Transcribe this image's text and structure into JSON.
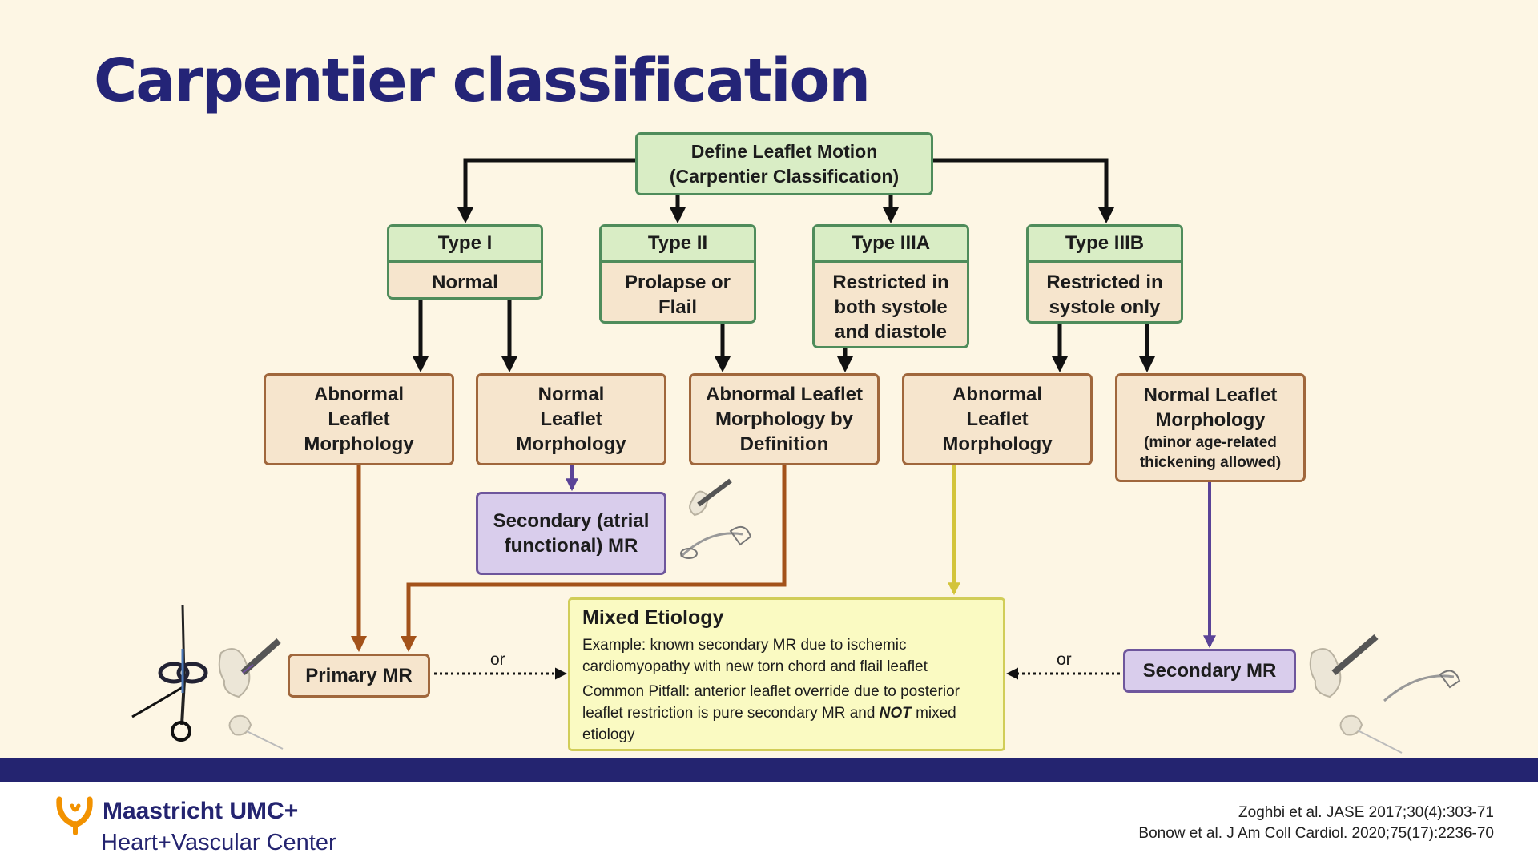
{
  "slide": {
    "title": "Carpentier classification"
  },
  "colors": {
    "title": "#242477",
    "arrow_black": "#111111",
    "arrow_brown": "#a3521a",
    "arrow_purple": "#5a4397",
    "arrow_yellow": "#d3c43a",
    "footer_bar": "#242470"
  },
  "root": {
    "line1": "Define Leaflet Motion",
    "line2": "(Carpentier Classification)"
  },
  "types": [
    {
      "name": "Type I",
      "desc": "Normal"
    },
    {
      "name": "Type II",
      "desc": "Prolapse or Flail"
    },
    {
      "name": "Type IIIA",
      "desc": "Restricted in both systole and diastole"
    },
    {
      "name": "Type IIIB",
      "desc": "Restricted in systole only"
    }
  ],
  "morphology": [
    {
      "text": "Abnormal Leaflet Morphology"
    },
    {
      "text": "Normal Leaflet Morphology"
    },
    {
      "text": "Abnormal Leaflet Morphology by Definition"
    },
    {
      "text": "Abnormal Leaflet Morphology"
    },
    {
      "text": "Normal Leaflet Morphology",
      "note": "(minor age-related thickening allowed)"
    }
  ],
  "secondary_atrial": {
    "text": "Secondary (atrial functional) MR"
  },
  "outcomes": {
    "primary": "Primary MR",
    "secondary": "Secondary MR",
    "or_left": "or",
    "or_right": "or"
  },
  "mixed": {
    "title": "Mixed Etiology",
    "example": "Example: known secondary MR due to ischemic cardiomyopathy with new torn chord and flail leaflet",
    "pitfall_pre": "Common Pitfall: anterior leaflet override due to posterior leaflet restriction is pure secondary MR and",
    "pitfall_emph": "NOT",
    "pitfall_post": "mixed etiology"
  },
  "footer": {
    "org_name": "Maastricht UMC+",
    "org_sub": "Heart+Vascular Center",
    "refs": [
      "Zoghbi et al. JASE 2017;30(4):303-71",
      "Bonow et al. J Am Coll Cardiol. 2020;75(17):2236-70"
    ]
  },
  "icons": [
    "clip-device-icon",
    "valve-catheter-icon",
    "annuloplasty-ring-icon",
    "umc-logo-icon"
  ]
}
